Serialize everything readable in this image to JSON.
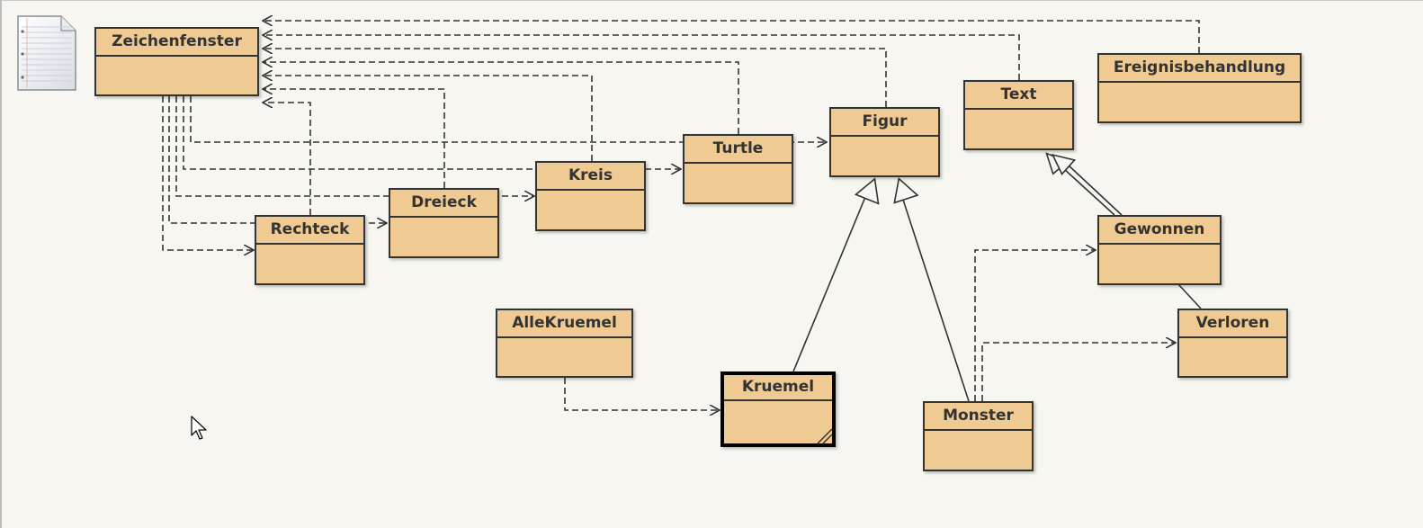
{
  "diagram": {
    "type": "UML class diagram",
    "colors": {
      "canvas": "#f7f6f1",
      "class_fill": "#f0ca93",
      "class_border": "#333333",
      "edge": "#333333"
    },
    "classes": [
      {
        "id": "zeichenfenster",
        "name": "Zeichenfenster",
        "selected": false
      },
      {
        "id": "ereignisbehandlung",
        "name": "Ereignisbehandlung",
        "selected": false
      },
      {
        "id": "text",
        "name": "Text",
        "selected": false
      },
      {
        "id": "figur",
        "name": "Figur",
        "selected": false
      },
      {
        "id": "turtle",
        "name": "Turtle",
        "selected": false
      },
      {
        "id": "kreis",
        "name": "Kreis",
        "selected": false
      },
      {
        "id": "dreieck",
        "name": "Dreieck",
        "selected": false
      },
      {
        "id": "rechteck",
        "name": "Rechteck",
        "selected": false
      },
      {
        "id": "gewonnen",
        "name": "Gewonnen",
        "selected": false
      },
      {
        "id": "verloren",
        "name": "Verloren",
        "selected": false
      },
      {
        "id": "allekruemel",
        "name": "AlleKruemel",
        "selected": false
      },
      {
        "id": "kruemel",
        "name": "Kruemel",
        "selected": true
      },
      {
        "id": "monster",
        "name": "Monster",
        "selected": false
      }
    ],
    "relations": [
      {
        "from": "Ereignisbehandlung",
        "to": "Zeichenfenster",
        "kind": "dependency"
      },
      {
        "from": "Text",
        "to": "Zeichenfenster",
        "kind": "dependency"
      },
      {
        "from": "Figur",
        "to": "Zeichenfenster",
        "kind": "dependency"
      },
      {
        "from": "Turtle",
        "to": "Zeichenfenster",
        "kind": "dependency"
      },
      {
        "from": "Kreis",
        "to": "Zeichenfenster",
        "kind": "dependency"
      },
      {
        "from": "Dreieck",
        "to": "Zeichenfenster",
        "kind": "dependency"
      },
      {
        "from": "Rechteck",
        "to": "Zeichenfenster",
        "kind": "dependency"
      },
      {
        "from": "Zeichenfenster",
        "to": "Figur",
        "kind": "dependency"
      },
      {
        "from": "Zeichenfenster",
        "to": "Turtle",
        "kind": "dependency"
      },
      {
        "from": "Zeichenfenster",
        "to": "Kreis",
        "kind": "dependency"
      },
      {
        "from": "Zeichenfenster",
        "to": "Dreieck",
        "kind": "dependency"
      },
      {
        "from": "Zeichenfenster",
        "to": "Rechteck",
        "kind": "dependency"
      },
      {
        "from": "Rechteck",
        "to": "Dreieck",
        "kind": "dependency"
      },
      {
        "from": "Dreieck",
        "to": "Kreis",
        "kind": "dependency"
      },
      {
        "from": "Kreis",
        "to": "Turtle",
        "kind": "dependency"
      },
      {
        "from": "Turtle",
        "to": "Figur",
        "kind": "dependency"
      },
      {
        "from": "Kruemel",
        "to": "Figur",
        "kind": "inheritance"
      },
      {
        "from": "Monster",
        "to": "Figur",
        "kind": "inheritance"
      },
      {
        "from": "Gewonnen",
        "to": "Text",
        "kind": "inheritance"
      },
      {
        "from": "Verloren",
        "to": "Text",
        "kind": "inheritance"
      },
      {
        "from": "AlleKruemel",
        "to": "Kruemel",
        "kind": "dependency"
      },
      {
        "from": "Monster",
        "to": "Gewonnen",
        "kind": "dependency"
      },
      {
        "from": "Monster",
        "to": "Verloren",
        "kind": "dependency"
      }
    ]
  },
  "icons": {
    "note": "note-icon",
    "cursor": "mouse-pointer-icon"
  }
}
